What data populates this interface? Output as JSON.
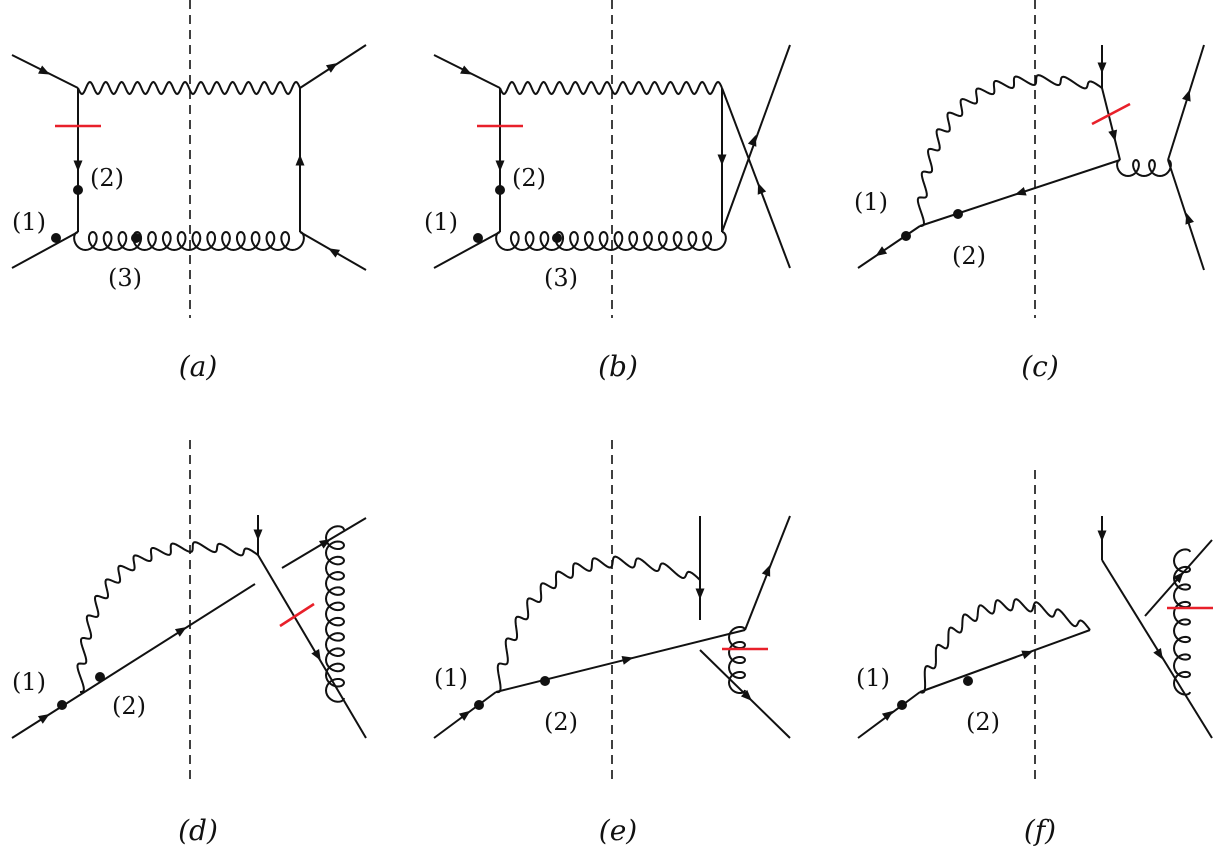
{
  "colors": {
    "line": "#111111",
    "cut_marker": "#e8202a",
    "background": "#ffffff"
  },
  "panels": {
    "a": {
      "caption": "(a)",
      "labels": [
        "(1)",
        "(2)",
        "(3)"
      ]
    },
    "b": {
      "caption": "(b)",
      "labels": [
        "(1)",
        "(2)",
        "(3)"
      ]
    },
    "c": {
      "caption": "(c)",
      "labels": [
        "(1)",
        "(2)"
      ]
    },
    "d": {
      "caption": "(d)",
      "labels": [
        "(1)",
        "(2)"
      ]
    },
    "e": {
      "caption": "(e)",
      "labels": [
        "(1)",
        "(2)"
      ]
    },
    "f": {
      "caption": "(f)",
      "labels": [
        "(1)",
        "(2)"
      ]
    }
  }
}
